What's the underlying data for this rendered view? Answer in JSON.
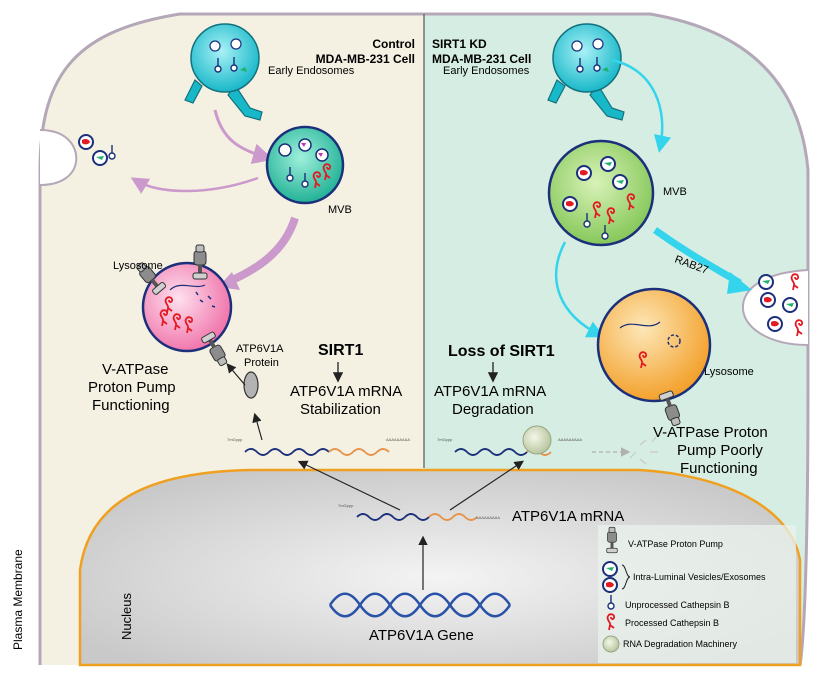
{
  "left_panel": {
    "header_line1": "Control",
    "header_line2": "MDA-MB-231 Cell",
    "early_endosomes": "Early Endosomes",
    "mvb": "MVB",
    "lysosome": "Lysosome",
    "protein_line1": "ATP6V1A",
    "protein_line2": "Protein",
    "pump_line1": "V-ATPase",
    "pump_line2": "Proton Pump",
    "pump_line3": "Functioning",
    "regulator": "SIRT1",
    "mrna_line1": "ATP6V1A mRNA",
    "mrna_line2": "Stabilization",
    "cap_tag": "7mGppp",
    "polya_tag": "AAAAAAAAA"
  },
  "right_panel": {
    "header_line1": "SIRT1 KD",
    "header_line2": "MDA-MB-231 Cell",
    "early_endosomes": "Early Endosomes",
    "mvb": "MVB",
    "rab27": "RAB27",
    "lysosome": "Lysosome",
    "regulator": "Loss of SIRT1",
    "mrna_line1": "ATP6V1A mRNA",
    "mrna_line2": "Degradation",
    "pump_line1": "V-ATPase Proton",
    "pump_line2": "Pump Poorly",
    "pump_line3": "Functioning",
    "cap_tag": "7mGppp",
    "polya_tag": "AAAAAAAAA"
  },
  "nucleus": {
    "label": "Nucleus",
    "mrna": "ATP6V1A mRNA",
    "gene": "ATP6V1A Gene",
    "cap_tag": "7mGppp",
    "polya_tag": "AAAAAAAAA"
  },
  "membrane_label": "Plasma Membrane",
  "legend": {
    "pump": "V-ATPase Proton Pump",
    "vesicles": "Intra-Luminal Vesicles/Exosomes",
    "unprocessed": "Unprocessed Cathepsin B",
    "processed": "Processed Cathepsin B",
    "rna_deg": "RNA Degradation Machinery"
  },
  "colors": {
    "left_bg": "#f4f1e2",
    "right_bg": "#d6ede3",
    "membrane": "#b4a8b8",
    "nucleus_border": "#f0a020",
    "nucleus_fill": "#d7d7d7",
    "endosome": "#33c7d6",
    "mvb_left": "#3bc2a8",
    "mvb_right": "#a2d57a",
    "lysosome_left": "#f6a4c6",
    "lysosome_right": "#f6b14a",
    "arrow_left": "#cc99cc",
    "arrow_right": "#33d4ec",
    "cathepsin": "#e21b23",
    "exosome_ring": "#1b2f7a",
    "dna": "#2a53a8"
  }
}
